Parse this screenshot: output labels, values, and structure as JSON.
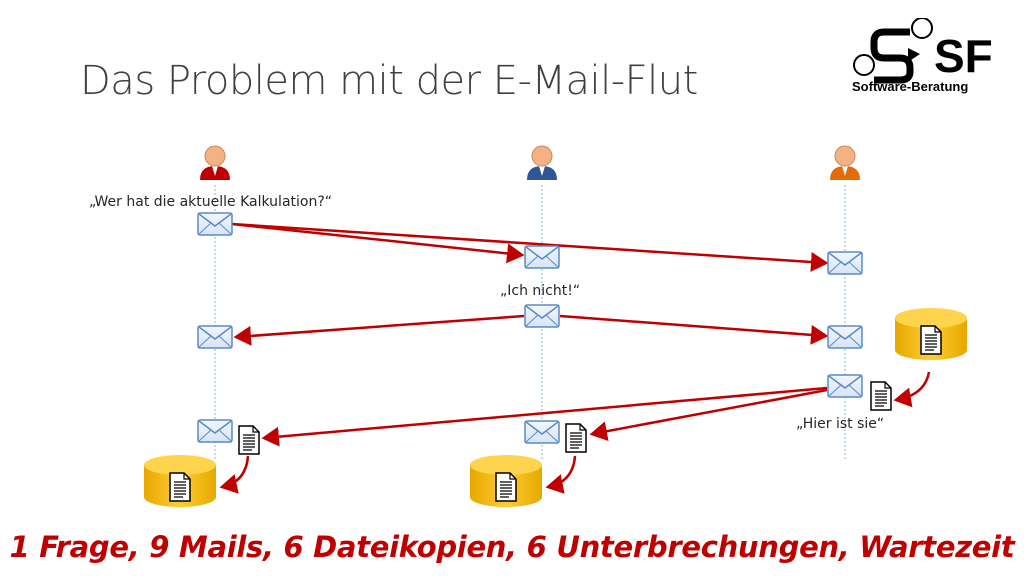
{
  "page": {
    "title": "Das Problem mit der E-Mail-Flut"
  },
  "logo": {
    "mark": "SF",
    "subtitle": "Software-Beratung"
  },
  "messages": {
    "question": "„Wer hat die aktuelle Kalkulation?“",
    "reply_none": "„Ich nicht!“",
    "reply_found": "„Hier ist sie“"
  },
  "summary": "1 Frage, 9 Mails, 6 Dateikopien, 6 Unterbrechungen, Wartezeit",
  "colors": {
    "arrow": "#c00000",
    "person_red": "#c00000",
    "person_blue": "#2e5597",
    "person_orange": "#e36c09",
    "database": "#ffc000",
    "envelope": "#6f9fd8",
    "lifeline": "#9dc3e6",
    "summary_text": "#c00000"
  },
  "icons": [
    "person-icon",
    "envelope-icon",
    "document-icon",
    "database-icon"
  ]
}
